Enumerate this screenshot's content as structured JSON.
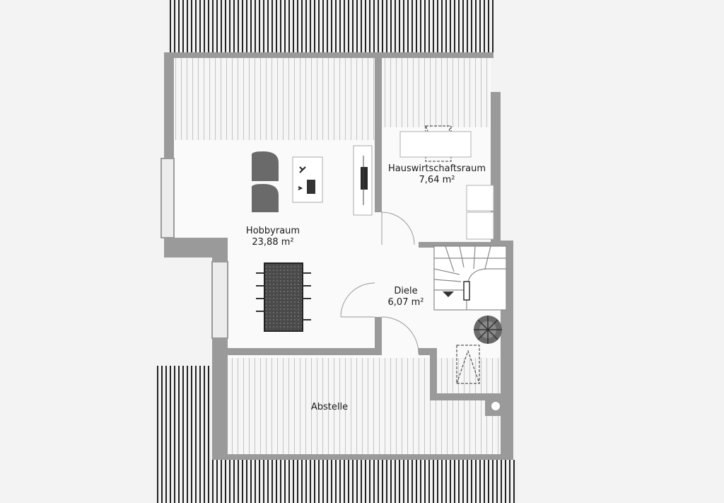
{
  "rooms": {
    "hobbyraum": {
      "name": "Hobbyraum",
      "area": "23,88 m²"
    },
    "hauswirtschaftsraum": {
      "name": "Hauswirtschaftsraum",
      "area": "7,64 m²"
    },
    "diele": {
      "name": "Diele",
      "area": "6,07 m²"
    },
    "abstelle": {
      "name": "Abstelle"
    }
  },
  "colors": {
    "background": "#f3f3f3",
    "wall": "#9a9a9a",
    "floor": "#fafafa",
    "roof_stripe": "#222222",
    "furniture_dark": "#4a4a4a"
  }
}
